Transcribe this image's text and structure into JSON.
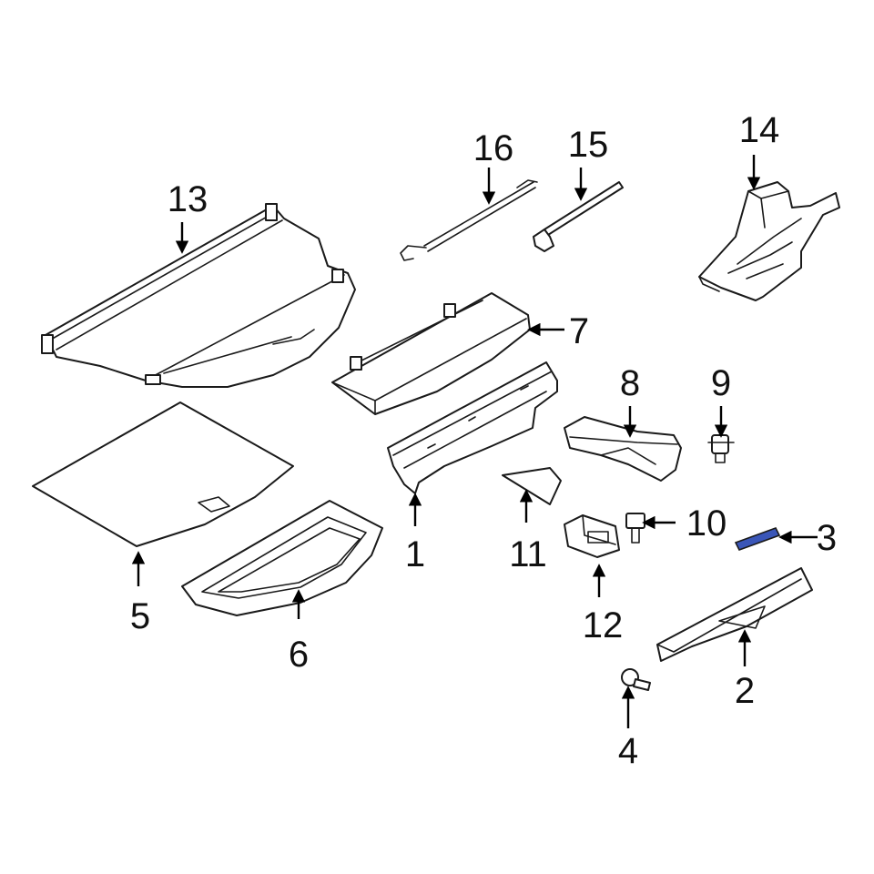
{
  "diagram": {
    "callouts": [
      "1",
      "2",
      "3",
      "4",
      "5",
      "6",
      "7",
      "8",
      "9",
      "10",
      "11",
      "12",
      "13",
      "14",
      "15",
      "16"
    ],
    "highlight_color": "#3a56b8"
  }
}
